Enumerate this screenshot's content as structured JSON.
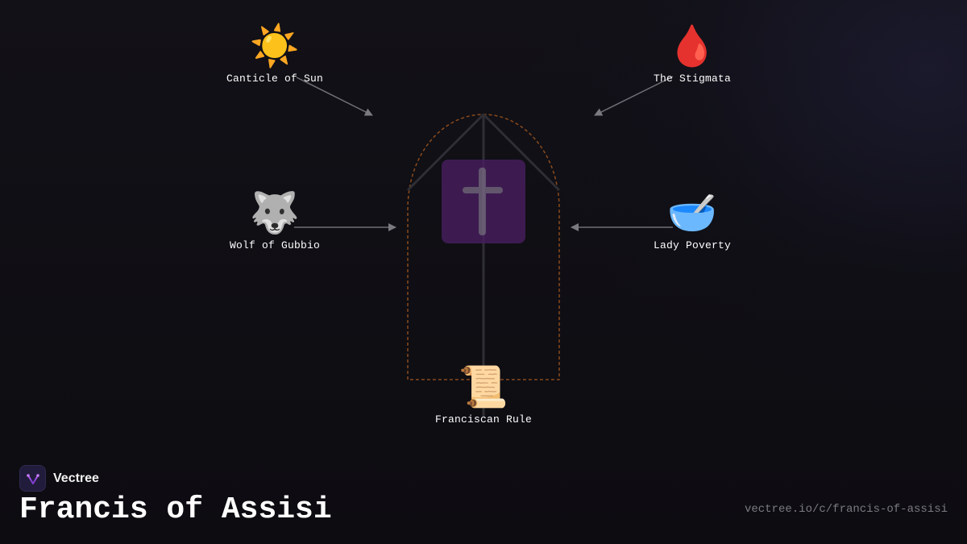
{
  "diagram": {
    "center": {
      "icon": "latin-cross-icon"
    },
    "nodes": [
      {
        "id": "canticle",
        "emoji": "☀️",
        "icon": "sun-icon",
        "label": "Canticle of Sun"
      },
      {
        "id": "stigmata",
        "emoji": "🩸",
        "icon": "blood-drop-icon",
        "label": "The Stigmata"
      },
      {
        "id": "wolf",
        "emoji": "🐺",
        "icon": "wolf-icon",
        "label": "Wolf of Gubbio"
      },
      {
        "id": "poverty",
        "emoji": "🥣",
        "icon": "bowl-icon",
        "label": "Lady Poverty"
      },
      {
        "id": "rule",
        "emoji": "📜",
        "icon": "scroll-icon",
        "label": "Franciscan Rule"
      }
    ],
    "colors": {
      "arch_outline": "#8a4a1c",
      "connector": "#6f6f76",
      "cross_panel": "#4a1f63"
    }
  },
  "brand": {
    "name": "Vectree",
    "logo_icon": "vectree-logo-icon"
  },
  "title": "Francis of Assisi",
  "url": "vectree.io/c/francis-of-assisi"
}
